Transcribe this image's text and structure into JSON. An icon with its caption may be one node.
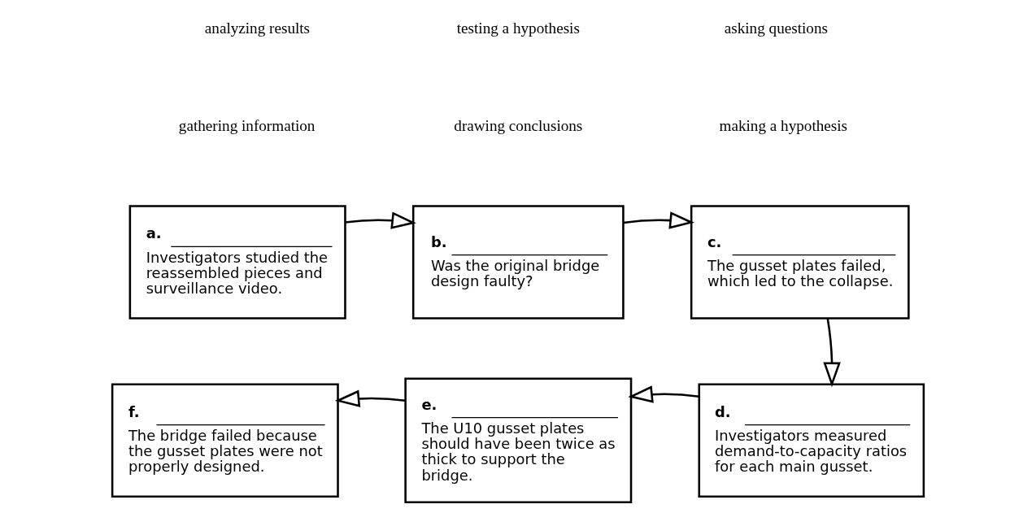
{
  "diagram": {
    "nodes": [
      {
        "text": [
          "a.",
          "Investigators studied the reassembled pieces and surveillance video."
        ]
      },
      {
        "text": [
          "b.",
          "Was the original bridge design faulty?"
        ]
      },
      {
        "text": [
          "c.",
          "The gusset plates failed, which led to the collapse."
        ]
      },
      {
        "text": [
          "d.",
          "Investigators measured demand-to-capacity ratios for each main gusset."
        ]
      },
      {
        "text": [
          "e.",
          "The U10 gusset plates should have been twice as thick to support the bridge."
        ]
      },
      {
        "text": [
          "f.",
          "The bridge failed because the gusset plates were not properly designed."
        ]
      }
    ],
    "edges": [
      {
        "from": 0,
        "to": 1,
        "arrow": "to"
      },
      {
        "from": 1,
        "to": 2,
        "arrow": "to"
      },
      {
        "from": 2,
        "to": 3,
        "arrow": "to"
      },
      {
        "from": 3,
        "to": 4,
        "arrow": "to"
      },
      {
        "from": 4,
        "to": 5,
        "arrow": "to"
      }
    ],
    "labels": [
      "analyzing results",
      "testing a hypothesis",
      "asking questions",
      "gathering information",
      "drawing conclusions",
      "making a hypothesis"
    ]
  }
}
